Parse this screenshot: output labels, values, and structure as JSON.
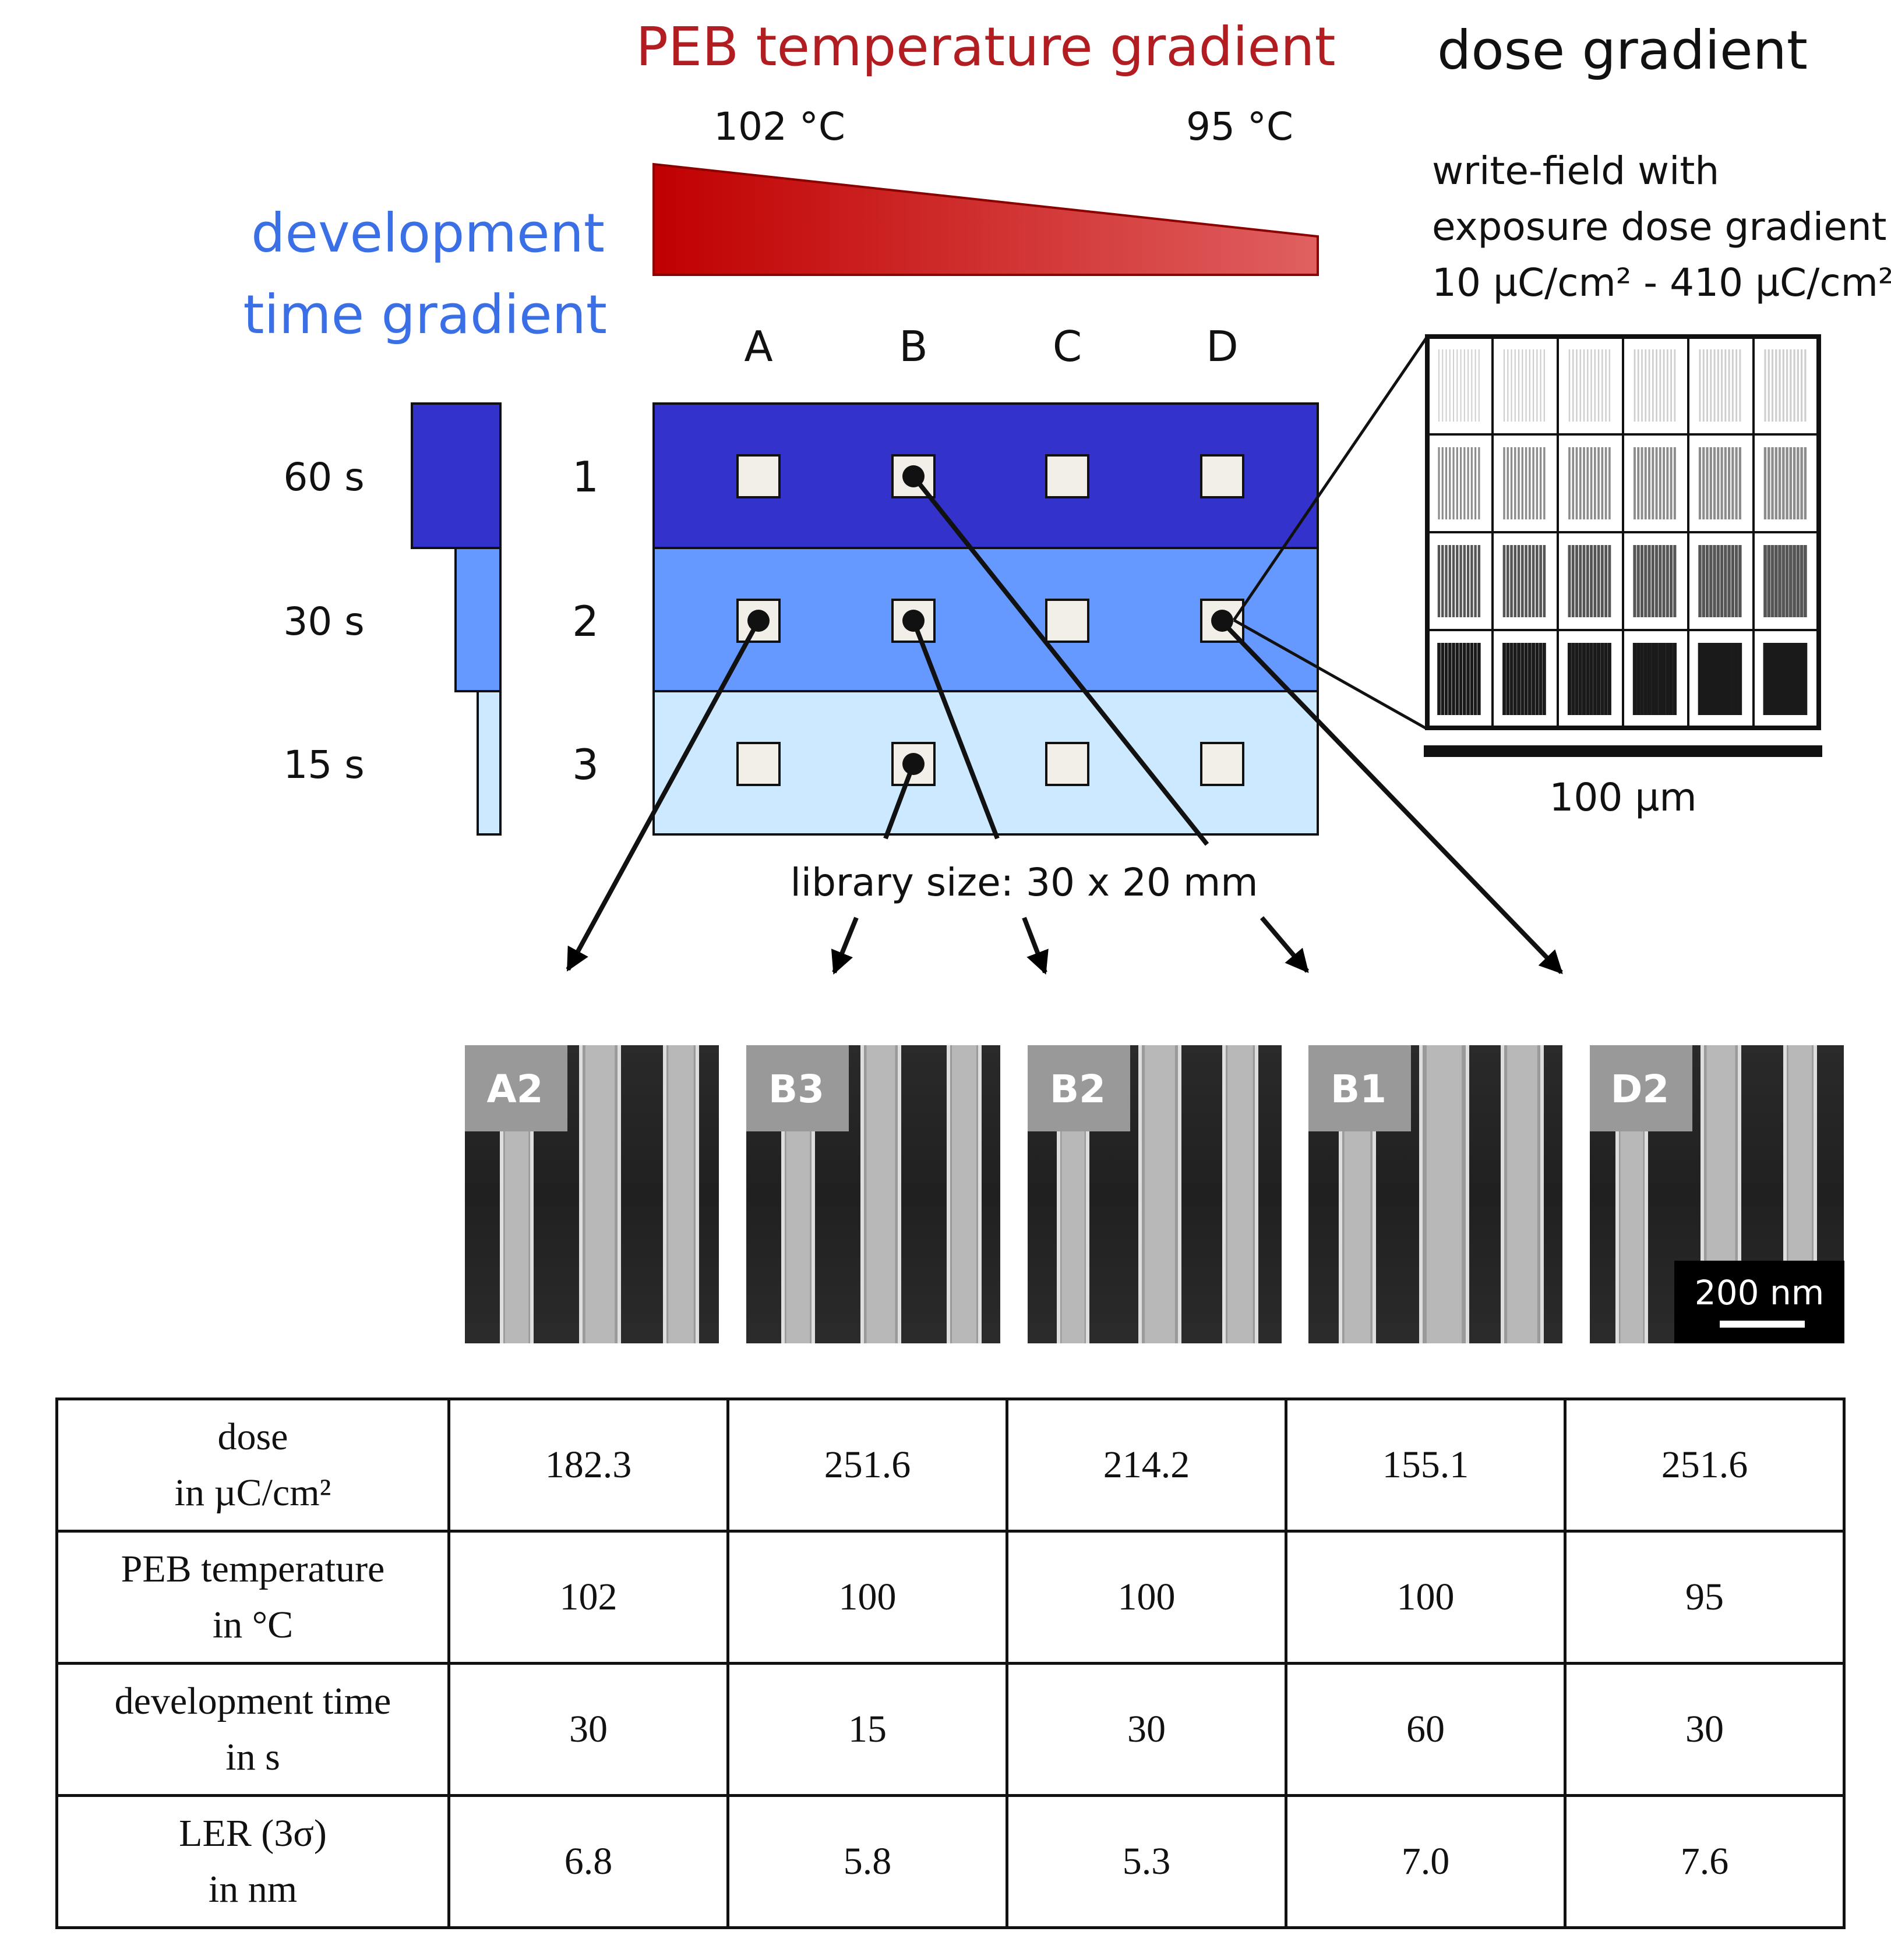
{
  "peb": {
    "title": "PEB temperature gradient",
    "temp_high": "102 °C",
    "temp_low": "95 °C"
  },
  "dev": {
    "title_line1": "development",
    "title_line2": "time gradient",
    "times": [
      "60 s",
      "30 s",
      "15 s"
    ]
  },
  "dose": {
    "title": "dose gradient",
    "desc_line1": "write-field with",
    "desc_line2": "exposure dose gradient",
    "desc_line3": "10 µC/cm² - 410 µC/cm²",
    "scale_label": "100 µm"
  },
  "library": {
    "columns": [
      "A",
      "B",
      "C",
      "D"
    ],
    "rows": [
      "1",
      "2",
      "3"
    ],
    "size_label": "library size: 30 x 20 mm"
  },
  "sem": {
    "labels": [
      "A2",
      "B3",
      "B2",
      "B1",
      "D2"
    ],
    "scale_bar": "200 nm"
  },
  "table": {
    "headers": [
      [
        "dose",
        "in µC/cm²"
      ],
      [
        "PEB temperature",
        "in °C"
      ],
      [
        "development time",
        "in s"
      ],
      [
        "LER (3σ)",
        "in nm"
      ]
    ],
    "rows": [
      [
        "182.3",
        "251.6",
        "214.2",
        "155.1",
        "251.6"
      ],
      [
        "102",
        "100",
        "100",
        "100",
        "95"
      ],
      [
        "30",
        "15",
        "30",
        "60",
        "30"
      ],
      [
        "6.8",
        "5.8",
        "5.3",
        "7.0",
        "7.6"
      ]
    ]
  },
  "colors": {
    "peb_red": "#b11d21",
    "dev_blue": "#3b6fe6",
    "row1": "#3333cc",
    "row2": "#6699ff",
    "row3": "#cce9ff",
    "sem_label_bg": "#999999"
  }
}
